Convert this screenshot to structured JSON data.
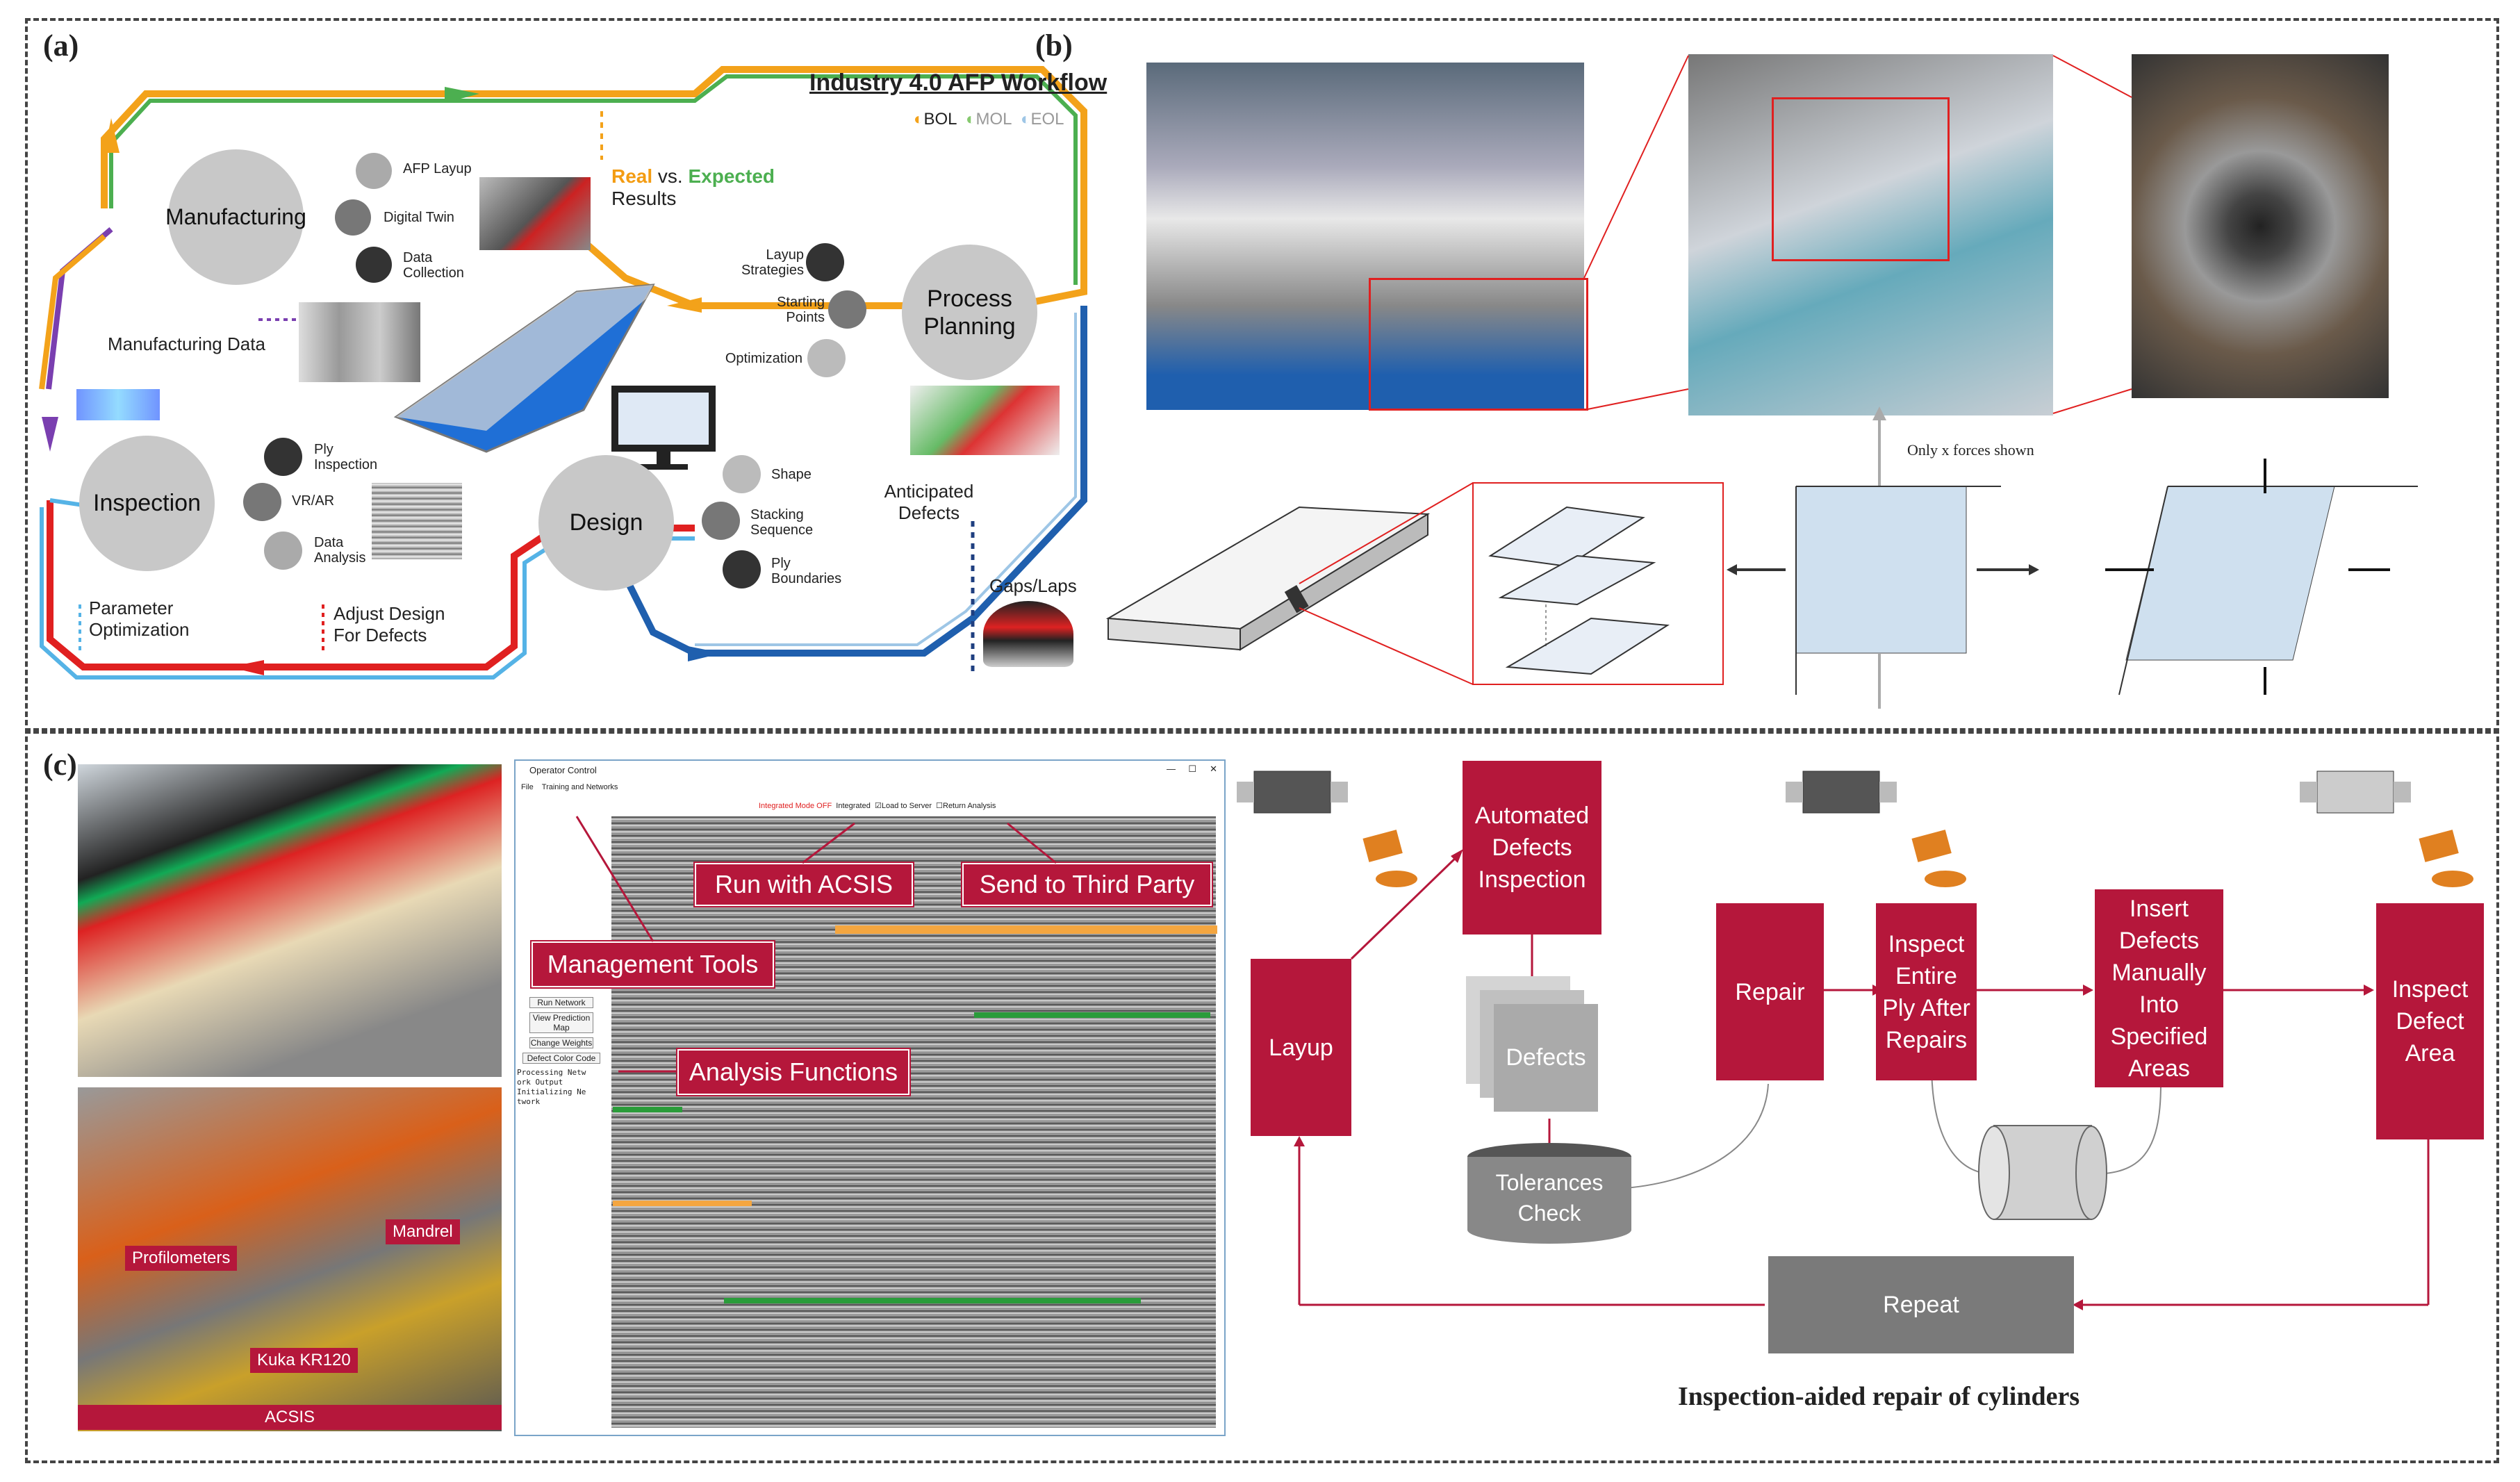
{
  "panel_labels": {
    "a": "(a)",
    "b": "(b)",
    "c": "(c)"
  },
  "panel_a": {
    "title": "Industry 4.0 AFP Workflow",
    "legend": [
      {
        "label": "BOL",
        "color": "#f3a21a"
      },
      {
        "label": "MOL",
        "color": "#86c96f"
      },
      {
        "label": "EOL",
        "color": "#9ec6e6"
      }
    ],
    "stages": {
      "manufacturing": "Manufacturing",
      "process_planning": "Process Planning",
      "inspection": "Inspection",
      "design": "Design"
    },
    "manufacturing_items": [
      "AFP Layup",
      "Digital Twin",
      "Data Collection"
    ],
    "planning_items": [
      "Layup Strategies",
      "Starting Points",
      "Optimization"
    ],
    "inspection_items": [
      "Ply Inspection",
      "VR/AR",
      "Data Analysis"
    ],
    "design_items": [
      "Shape",
      "Stacking Sequence",
      "Ply Boundaries"
    ],
    "real_vs_expected": {
      "real": "Real",
      "vs": " vs. ",
      "expected": "Expected",
      "results": "Results"
    },
    "manufacturing_data": "Manufacturing Data",
    "anticipated_defects": "Anticipated Defects",
    "gaps_laps": "Gaps/Laps",
    "parameter_optimization": "Parameter Optimization",
    "adjust_design": "Adjust Design For Defects",
    "colors": {
      "orange": "#f3a21a",
      "green": "#4caf50",
      "blue": "#1f5fae",
      "red": "#e02020",
      "purple": "#7a3fb0",
      "lightblue": "#55b3e6"
    }
  },
  "panel_b": {
    "forces_note": "Only x forces shown"
  },
  "panel_c": {
    "photo_tags": {
      "profilometers": "Profilometers",
      "mandrel": "Mandrel",
      "kuka": "Kuka KR120",
      "acsis": "ACSIS"
    },
    "window": {
      "title": "Operator Control",
      "menu": [
        "File",
        "Training and Networks"
      ],
      "toolbar": {
        "mode": "Integrated Mode OFF",
        "integrated": "Integrated",
        "load": "Load to Server",
        "return": "Return Analysis"
      },
      "buttons": [
        "Run Network",
        "View Prediction Map",
        "Change Weights",
        "Defect Color Code"
      ],
      "log": "Processing Netw ork Output Initializing Ne twork"
    },
    "callouts": {
      "run": "Run with ACSIS",
      "send": "Send to Third Party",
      "mgmt": "Management Tools",
      "analysis": "Analysis Functions"
    },
    "flow": {
      "layup": "Layup",
      "automated": "Automated Defects Inspection",
      "defects": "Defects",
      "tolerances": "Tolerances Check",
      "repair": "Repair",
      "inspect_entire": "Inspect Entire Ply After Repairs",
      "insert": "Insert Defects Manually Into Specified Areas",
      "inspect_area": "Inspect Defect Area",
      "repeat": "Repeat"
    },
    "caption": "Inspection-aided repair of cylinders"
  }
}
